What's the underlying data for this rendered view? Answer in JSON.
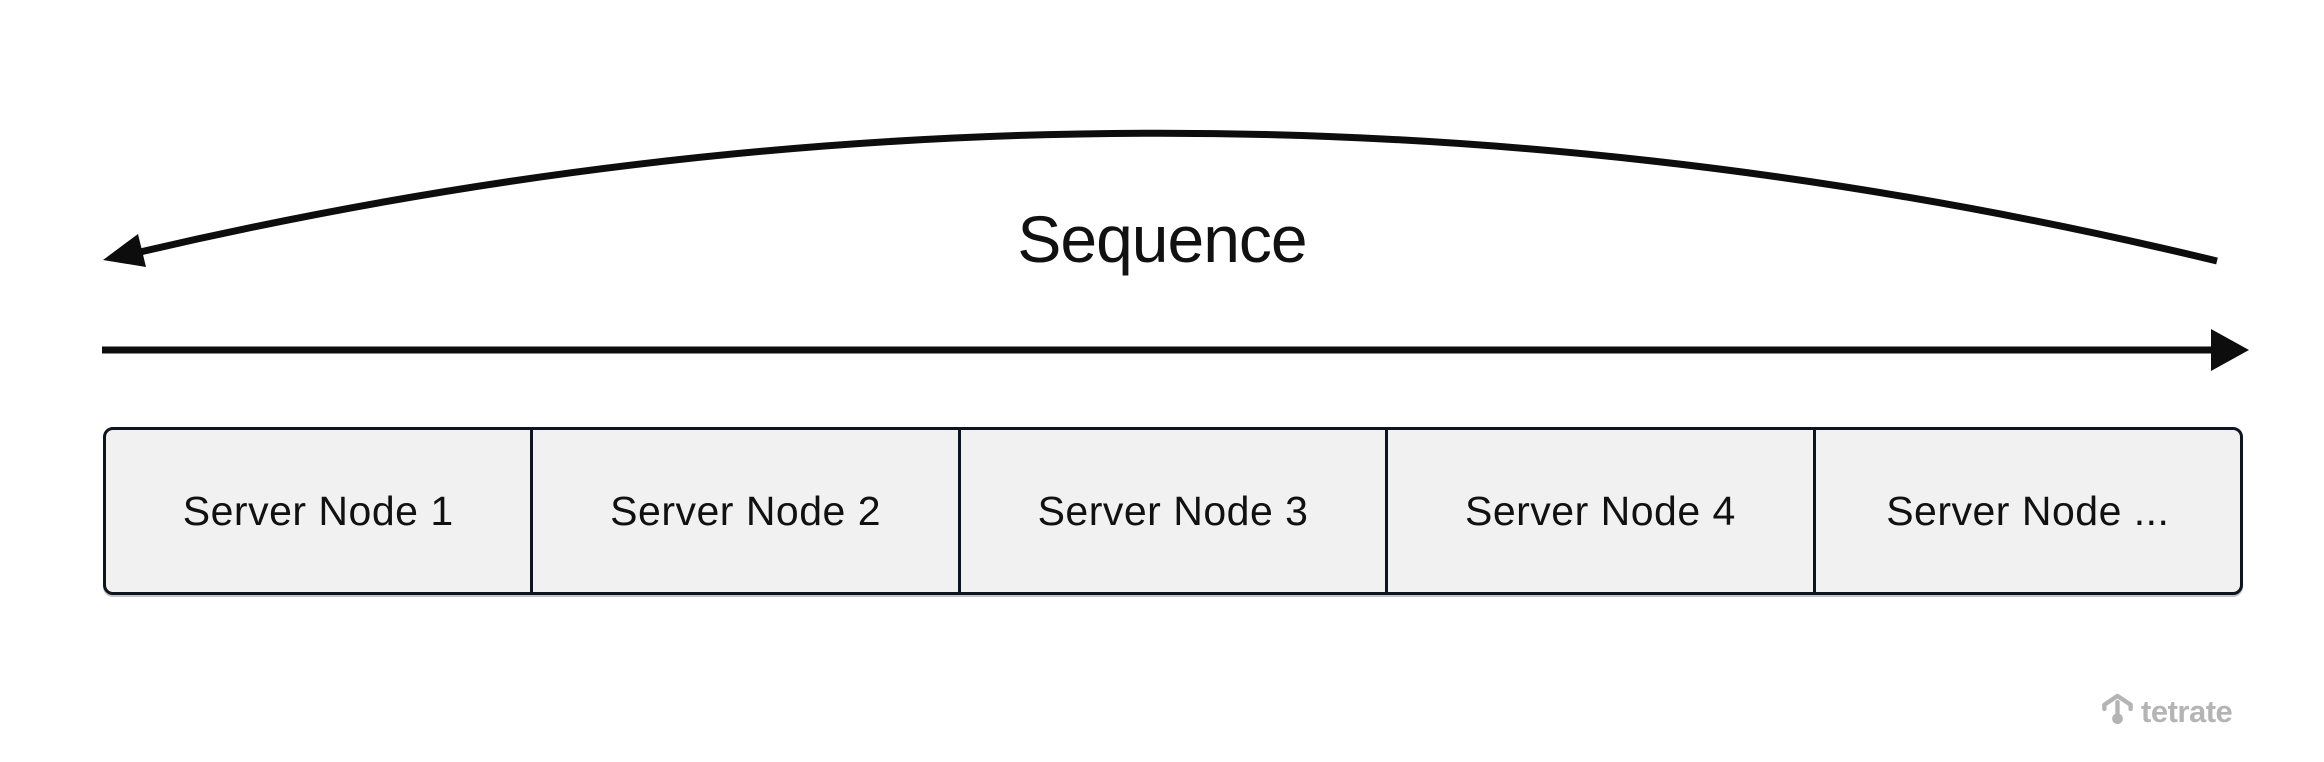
{
  "diagram": {
    "sequence_label": "Sequence",
    "nodes": [
      {
        "label": "Server Node 1"
      },
      {
        "label": "Server Node 2"
      },
      {
        "label": "Server Node 3"
      },
      {
        "label": "Server Node 4"
      },
      {
        "label": "Server Node ..."
      }
    ]
  },
  "logo": {
    "text": "tetrate"
  },
  "colors": {
    "arrow": "#0d0d0d",
    "text": "#111111",
    "box_border": "#0e1420",
    "box_fill": "#f1f1f1",
    "logo": "#b4b4b4",
    "background": "#ffffff"
  }
}
